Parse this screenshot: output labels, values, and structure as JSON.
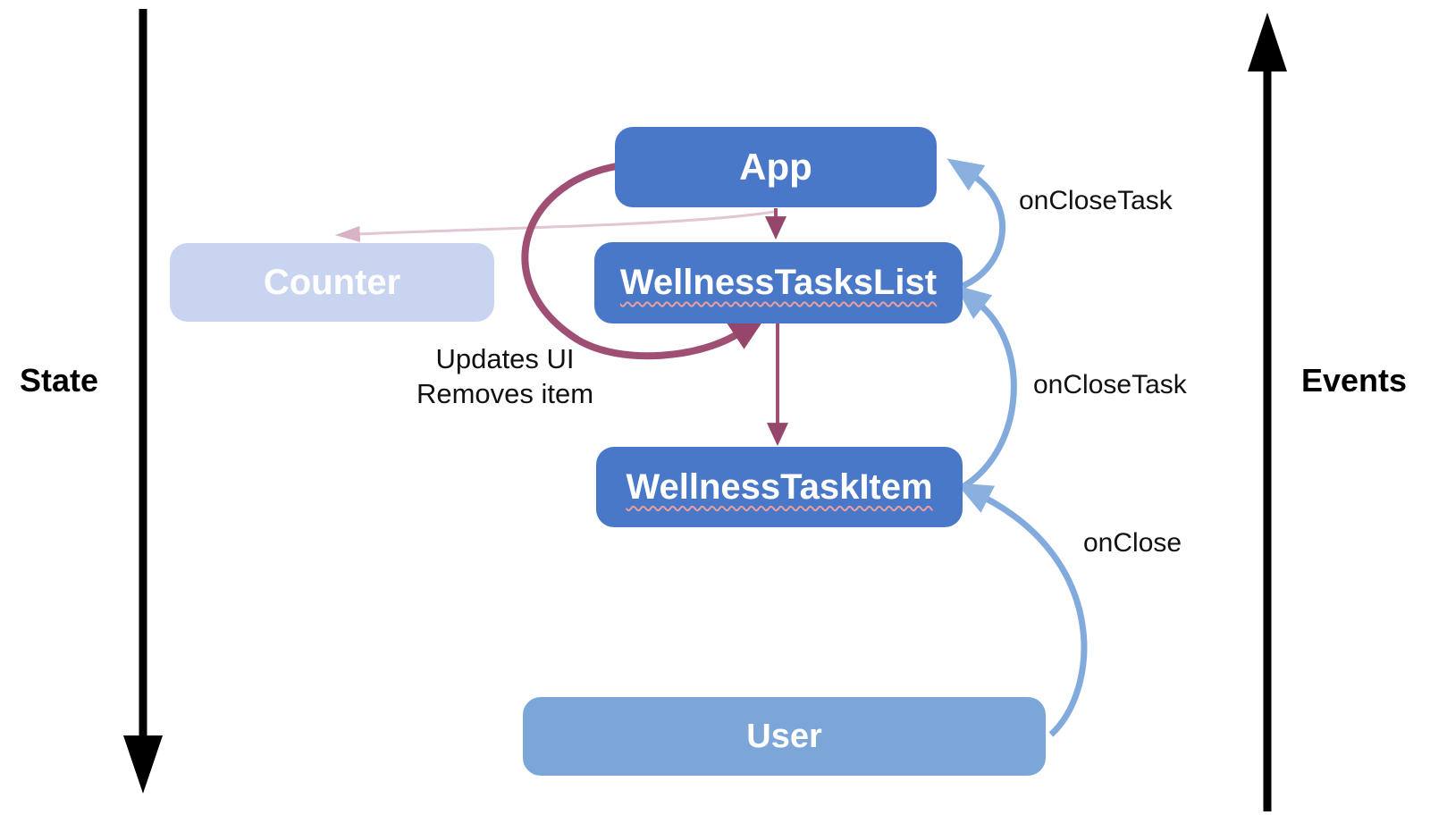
{
  "diagram": {
    "axes": {
      "state": "State",
      "events": "Events"
    },
    "nodes": {
      "app": {
        "label": "App"
      },
      "counter": {
        "label": "Counter"
      },
      "wellness_tasks_list": {
        "label": "WellnessTasksList"
      },
      "wellness_task_item": {
        "label": "WellnessTaskItem"
      },
      "user": {
        "label": "User"
      }
    },
    "edge_labels": {
      "on_close_task_top": "onCloseTask",
      "on_close_task_middle": "onCloseTask",
      "on_close": "onClose"
    },
    "state_note": {
      "line1": "Updates UI",
      "line2": "Removes item"
    },
    "colors": {
      "node_primary": "#4a78c8",
      "node_counter_muted": "#c9d4f0",
      "node_user": "#7ca6d8",
      "state_flow_strong": "#9f4e74",
      "state_flow_arrowhead": "#96466b",
      "state_flow_faded": "#e2c6d4",
      "state_flow_faded_arrowhead": "#d9b3c5",
      "event_flow": "#82aadd",
      "event_flow_arrowhead": "#8ab0e0",
      "axis_arrow": "#000000",
      "node_text": "#ffffff",
      "label_text": "#111111"
    }
  }
}
